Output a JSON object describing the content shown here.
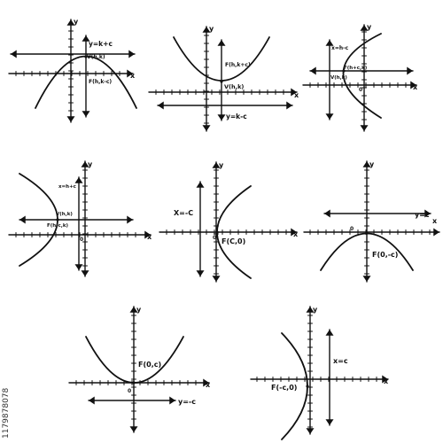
{
  "side_id": "1179878078",
  "colors": {
    "ink": "#111111",
    "background": "#ffffff"
  },
  "panels": [
    {
      "id": "p1",
      "axes": {
        "x": "x",
        "y": "y"
      },
      "labels": {
        "directrix": "y=k+c",
        "vertex": "V(h,k)",
        "focus": "F(h,k-c)"
      }
    },
    {
      "id": "p2",
      "axes": {
        "x": "x",
        "y": "y"
      },
      "labels": {
        "focus": "F(h,k+c)",
        "vertex": "V(h,k)",
        "directrix": "y=k-c"
      }
    },
    {
      "id": "p3",
      "axes": {
        "x": "x",
        "y": "y"
      },
      "labels": {
        "directrix": "x=h-c",
        "focus": "F(h+c,k)",
        "vertex": "V(h,k)",
        "origin": "0"
      }
    },
    {
      "id": "p4",
      "axes": {
        "x": "x",
        "y": "y"
      },
      "labels": {
        "directrix": "x=h+c",
        "vertex": "V(h,k)",
        "focus": "F(h-c,k)",
        "origin": "0"
      }
    },
    {
      "id": "p5",
      "axes": {
        "x": "x",
        "y": "y"
      },
      "labels": {
        "directrix": "X=-C",
        "focus": "F(C,0)",
        "origin": "0"
      }
    },
    {
      "id": "p6",
      "axes": {
        "x": "x",
        "y": "y"
      },
      "labels": {
        "directrix": "y=c",
        "focus": "F(0,-c)",
        "origin": "0"
      }
    },
    {
      "id": "p7",
      "axes": {
        "x": "x",
        "y": "y"
      },
      "labels": {
        "focus": "F(0,c)",
        "directrix": "y=-c",
        "origin": "0"
      }
    },
    {
      "id": "p8",
      "axes": {
        "x": "x",
        "y": "y"
      },
      "labels": {
        "directrix": "x=c",
        "focus": "F(-c,0)"
      }
    }
  ]
}
